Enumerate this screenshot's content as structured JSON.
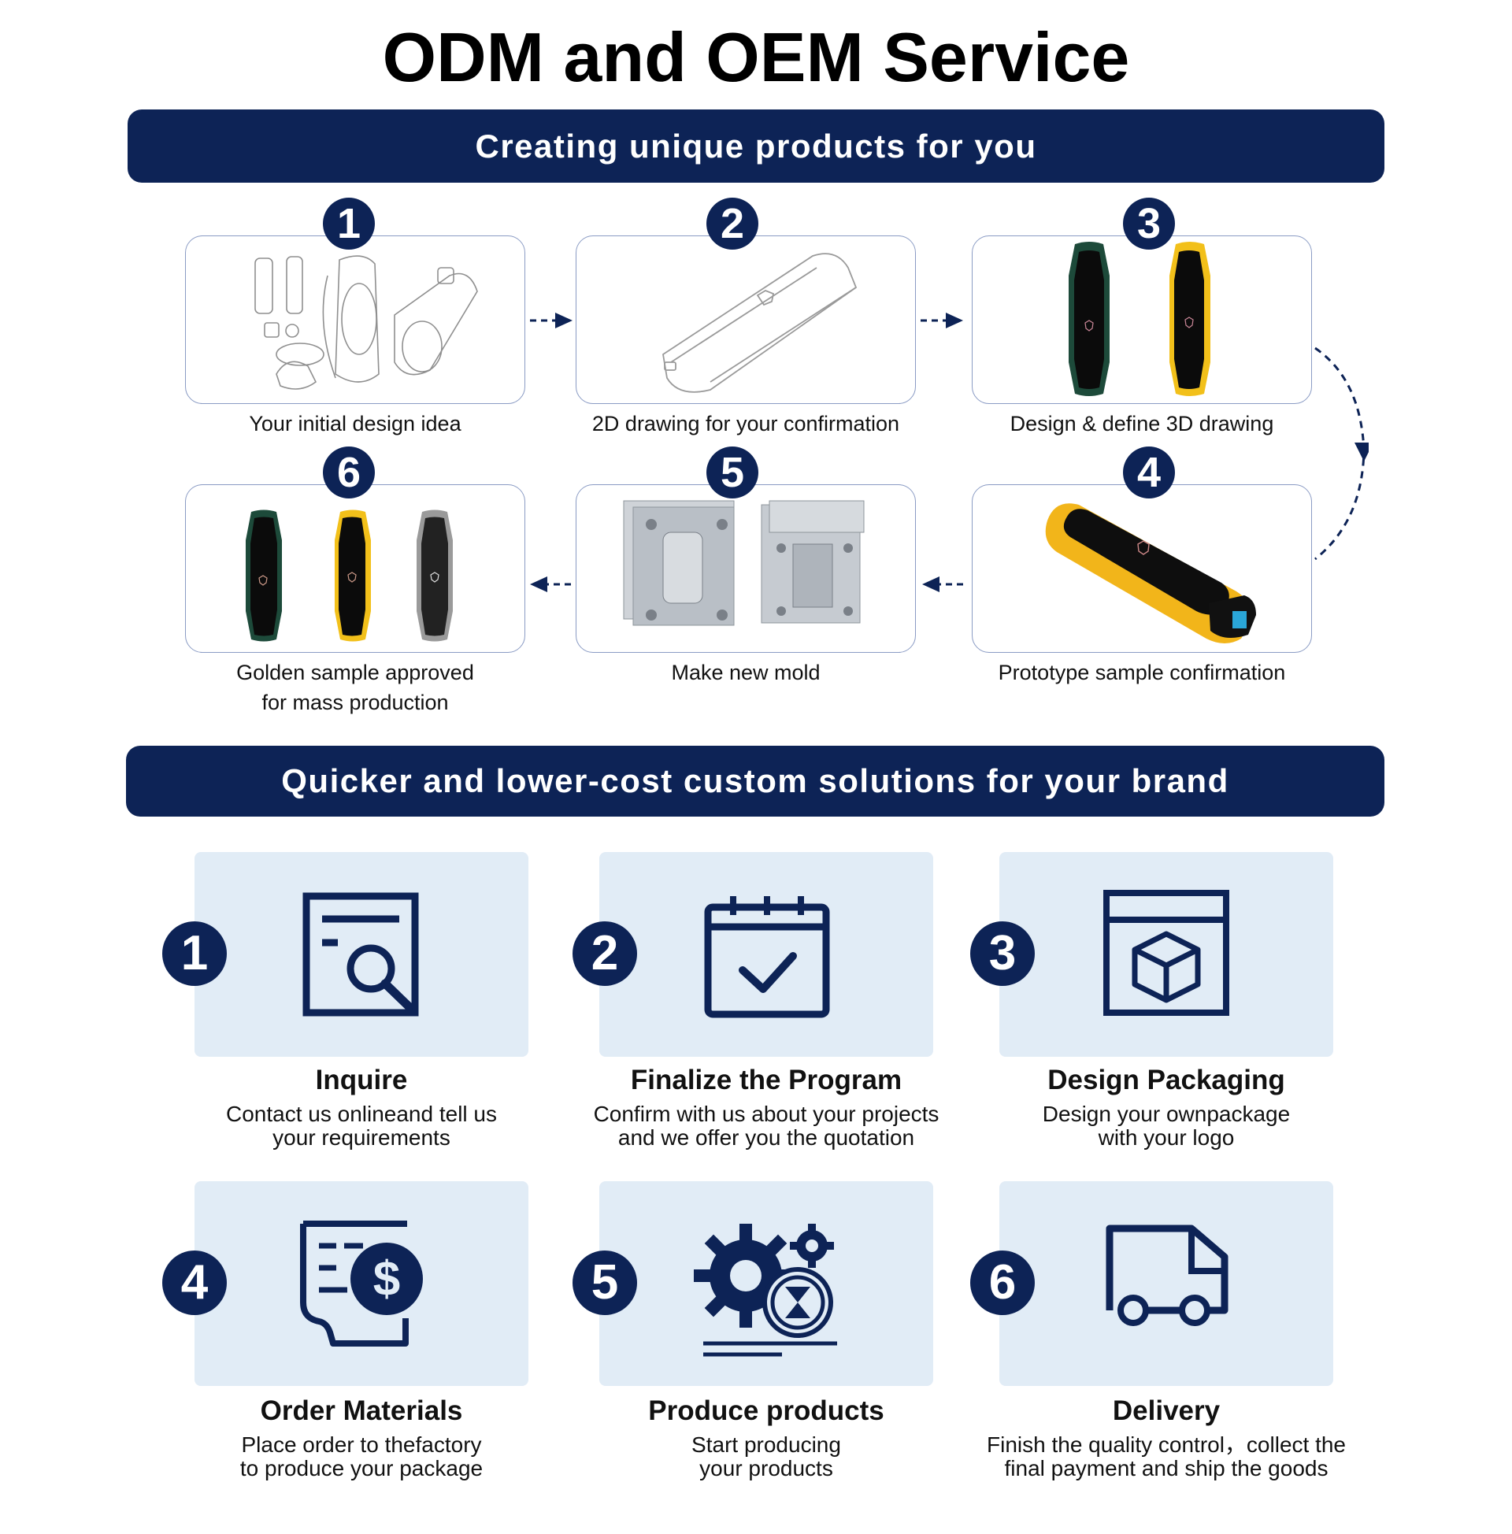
{
  "title": "ODM and OEM Service",
  "section1": {
    "banner": "Creating unique products for you",
    "steps": [
      {
        "num": "1",
        "label": "Your initial design idea",
        "image": "sketch-drawings"
      },
      {
        "num": "2",
        "label": "2D drawing for your confirmation",
        "image": "line-drawing-device"
      },
      {
        "num": "3",
        "label": "Design & define 3D drawing",
        "image": "3d-render-devices"
      },
      {
        "num": "4",
        "label": "Prototype sample confirmation",
        "image": "yellow-prototype-device"
      },
      {
        "num": "5",
        "label": "Make new mold",
        "image": "steel-molds"
      },
      {
        "num": "6",
        "label_line1": "Golden sample approved",
        "label_line2": "for mass production",
        "image": "three-finished-devices"
      }
    ]
  },
  "section2": {
    "banner": "Quicker and lower-cost custom solutions for your brand",
    "cards": [
      {
        "num": "1",
        "title": "Inquire",
        "desc1": "Contact us onlineand tell us",
        "desc2": "your requirements",
        "icon": "document-search-icon"
      },
      {
        "num": "2",
        "title": "Finalize the Program",
        "desc1": "Confirm with us about your projects",
        "desc2": "and we offer you the quotation",
        "icon": "calendar-check-icon"
      },
      {
        "num": "3",
        "title": "Design Packaging",
        "desc1": "Design your ownpackage",
        "desc2": "with your logo",
        "icon": "package-box-icon"
      },
      {
        "num": "4",
        "title": "Order Materials",
        "desc1": "Place order to thefactory",
        "desc2": "to produce your package",
        "icon": "invoice-dollar-icon"
      },
      {
        "num": "5",
        "title": "Produce products",
        "desc1": "Start producing",
        "desc2": "your products",
        "icon": "gear-hourglass-icon"
      },
      {
        "num": "6",
        "title": "Delivery",
        "desc1": "Finish the quality control，collect the",
        "desc2": "final payment and ship the goods",
        "icon": "delivery-truck-icon"
      }
    ]
  },
  "colors": {
    "navy": "#0d2356",
    "card_bg": "#e1ecf6",
    "box_border": "#8a9bc4"
  }
}
